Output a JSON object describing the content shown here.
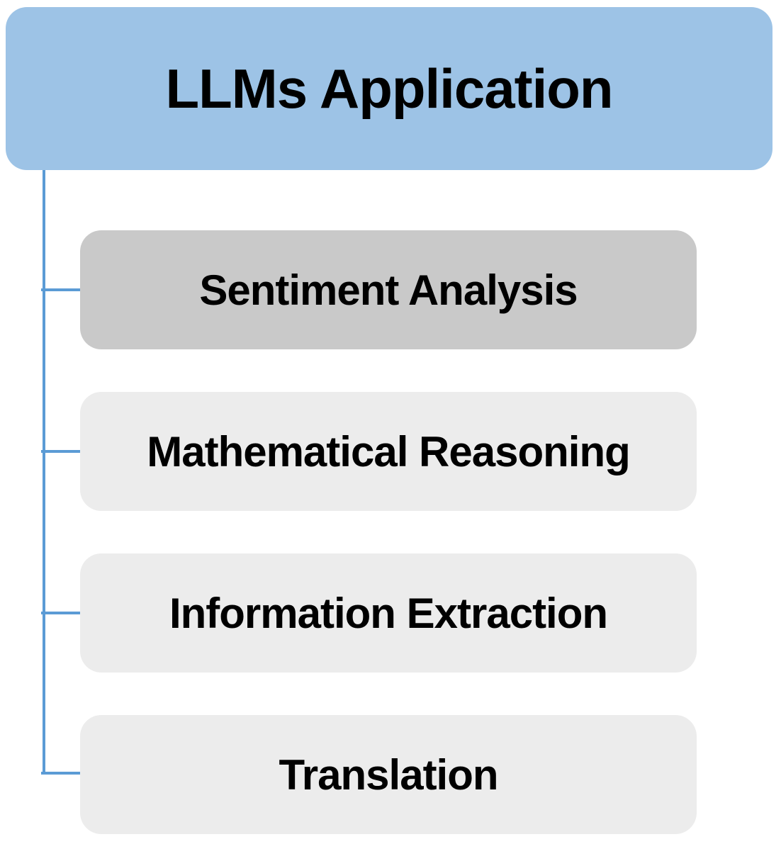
{
  "diagram": {
    "type": "hierarchy-list",
    "title": "LLMs Application",
    "items": [
      {
        "label": "Sentiment Analysis",
        "highlighted": true
      },
      {
        "label": "Mathematical Reasoning",
        "highlighted": false
      },
      {
        "label": "Information Extraction",
        "highlighted": false
      },
      {
        "label": "Translation",
        "highlighted": false
      }
    ],
    "colors": {
      "header_fill": "#9DC3E6",
      "item_fill": "#ECECEC",
      "item_fill_highlighted": "#C9C9C9",
      "connector": "#5B9BD5",
      "text": "#000000",
      "background": "#FFFFFF"
    }
  }
}
